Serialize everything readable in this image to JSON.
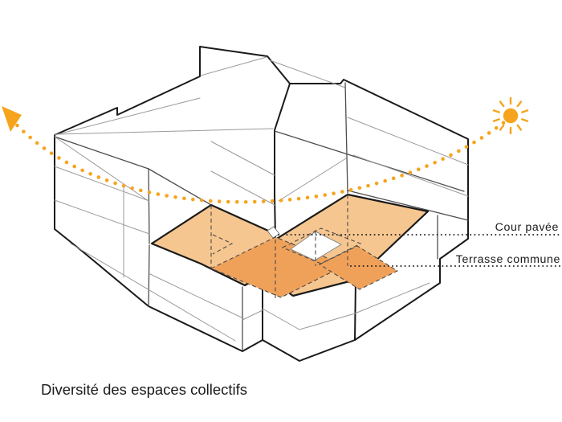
{
  "diagram": {
    "caption": "Diversité des espaces collectifs",
    "labels": {
      "cour_pavee": "Cour pavée",
      "terrasse_commune": "Terrasse commune"
    },
    "icons": {
      "sun": "sun-icon",
      "sun_path": "sun-path-dotted-arc-icon",
      "sun_path_arrow": "sun-path-arrowhead-icon"
    },
    "colors": {
      "accent_orange": "#F6A41D",
      "courtyard_light_orange": "#F6C690",
      "courtyard_dark_orange": "#F0A159",
      "line_black": "#1A1A1A",
      "leader_dot_black": "#222222"
    }
  }
}
